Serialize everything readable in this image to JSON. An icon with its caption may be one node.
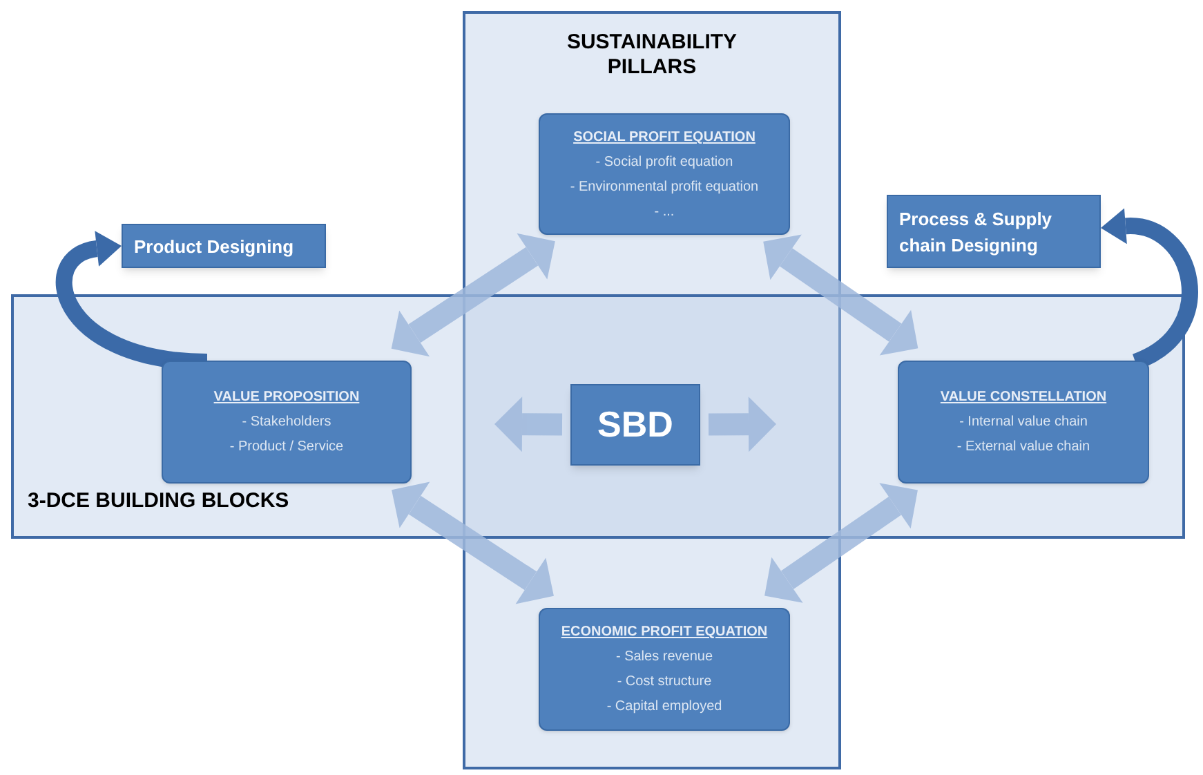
{
  "diagram": {
    "nodes": [
      {
        "text": [
          "SUSTAINABILITY PILLARS"
        ]
      },
      {
        "text": [
          "3-DCE BUILDING BLOCKS"
        ]
      },
      {
        "text": [
          "SOCIAL PROFIT EQUATION",
          "- Social profit equation",
          "- Environmental profit equation",
          "- ..."
        ],
        "in": 0
      },
      {
        "text": [
          "Product Designing"
        ]
      },
      {
        "text": [
          "Process & Supply chain Designing"
        ]
      },
      {
        "text": [
          "VALUE PROPOSITION",
          "- Stakeholders",
          "- Product / Service"
        ],
        "in": 1
      },
      {
        "text": [
          "SBD"
        ]
      },
      {
        "text": [
          "VALUE CONSTELLATION",
          "- Internal value chain",
          "- External value chain"
        ],
        "in": 1
      },
      {
        "text": [
          "ECONOMIC PROFIT EQUATION",
          "- Sales revenue",
          "- Cost structure",
          "- Capital employed"
        ],
        "in": 0
      }
    ],
    "edges": [
      {
        "from": 2,
        "to": 5,
        "arrow": "both"
      },
      {
        "from": 2,
        "to": 7,
        "arrow": "both"
      },
      {
        "from": 5,
        "to": 8,
        "arrow": "both"
      },
      {
        "from": 7,
        "to": 8,
        "arrow": "both"
      },
      {
        "from": 6,
        "to": null,
        "arrow": "to"
      },
      {
        "from": 6,
        "to": null,
        "arrow": "to"
      },
      {
        "from": 5,
        "to": 3,
        "arrow": "to",
        "color": "#3b6aa8"
      },
      {
        "from": 7,
        "to": 4,
        "arrow": "to",
        "color": "#3b6aa8"
      }
    ]
  }
}
